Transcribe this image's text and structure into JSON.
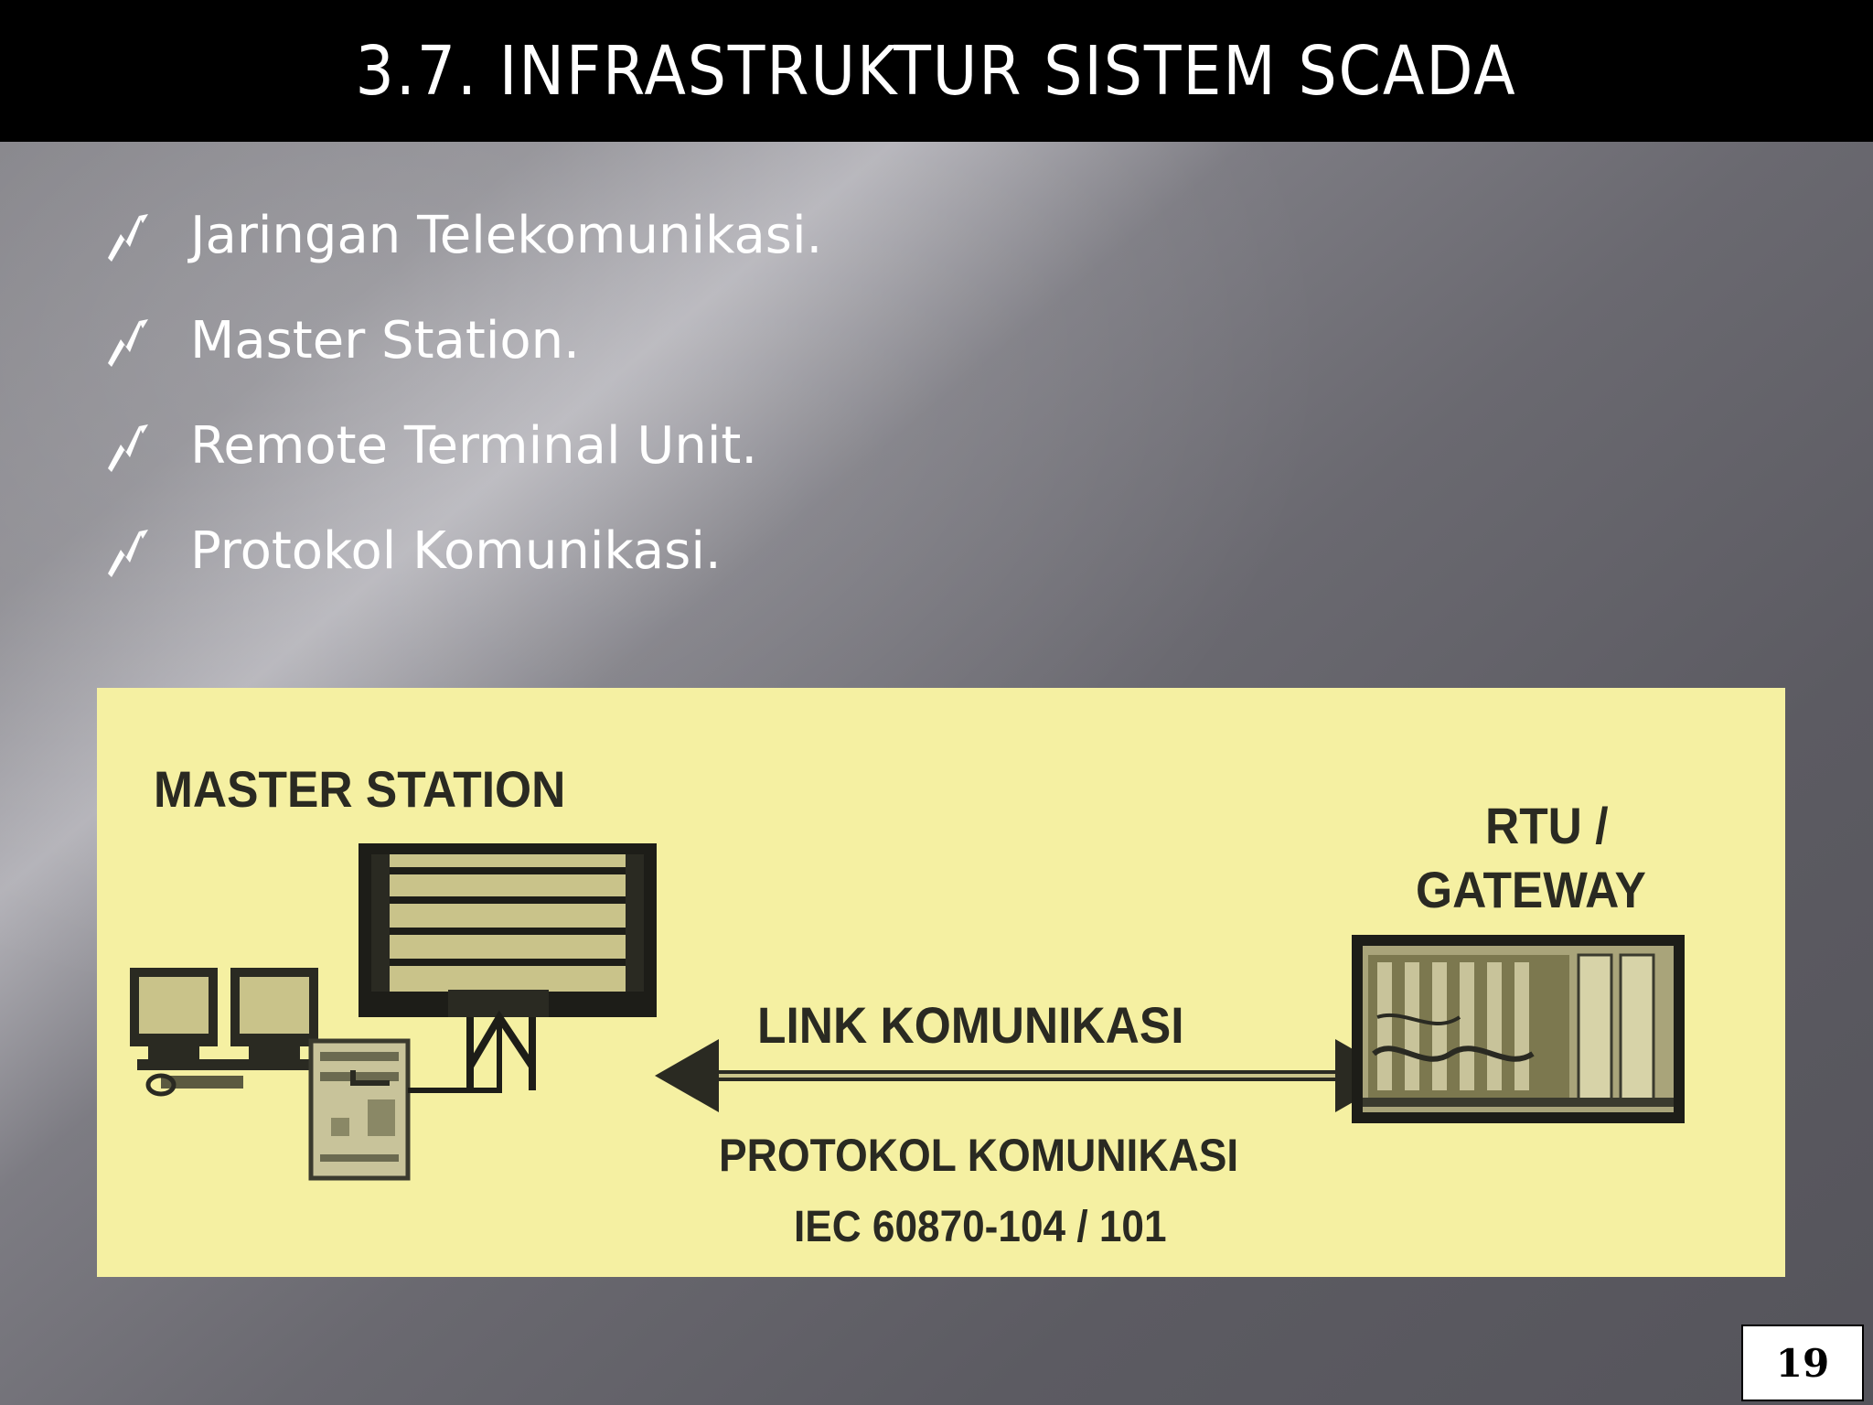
{
  "slide": {
    "title": "3.7. INFRASTRUKTUR SISTEM SCADA",
    "bullet_icon": "lightning-bolt-icon",
    "bullets": [
      "Jaringan Telekomunikasi.",
      "Master Station.",
      "Remote Terminal Unit.",
      "Protokol Komunikasi."
    ],
    "page_number": "19"
  },
  "diagram": {
    "background_color": "#f5f0a2",
    "master_label": "MASTER STATION",
    "rtu_label_line1": "RTU /",
    "rtu_label_line2": "GATEWAY",
    "link_label": "LINK KOMUNIKASI",
    "protocol_label": "PROTOKOL KOMUNIKASI",
    "protocol_standard": "IEC 60870-104 / 101"
  }
}
